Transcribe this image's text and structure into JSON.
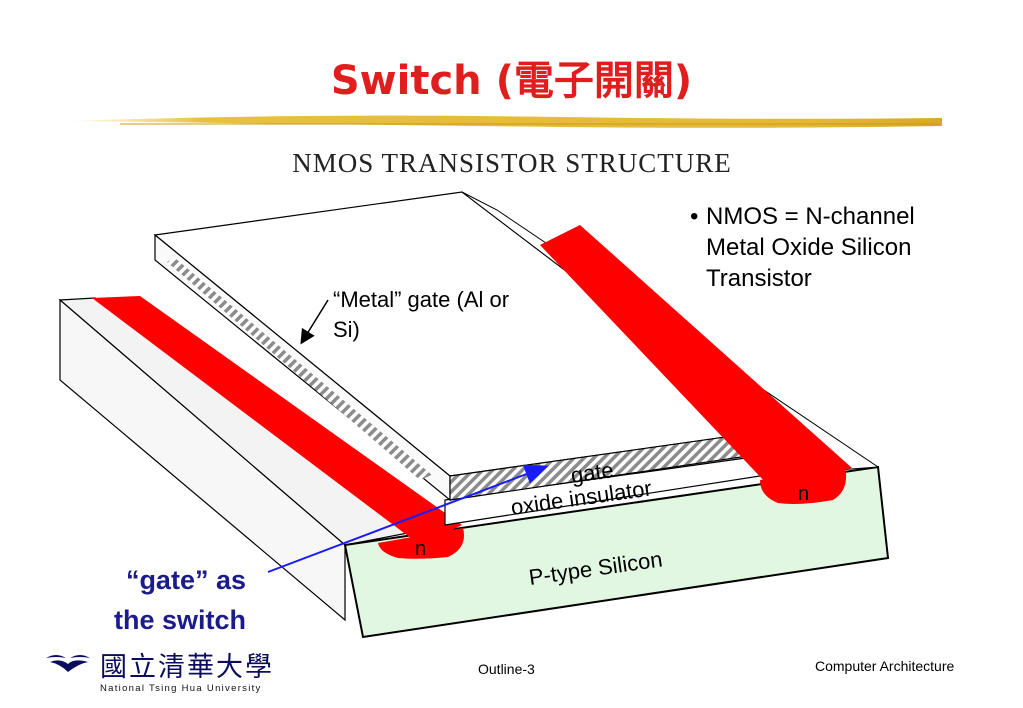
{
  "slide": {
    "title": "Switch (電子開關)",
    "diagram_heading": "NMOS TRANSISTOR STRUCTURE",
    "bullet": {
      "marker": "•",
      "lines": [
        "NMOS = N-channel",
        "Metal Oxide Silicon",
        "Transistor"
      ]
    },
    "labels": {
      "metal_gate_line1": "“Metal” gate (Al or",
      "metal_gate_line2": "Si)",
      "gate": "gate",
      "oxide": "oxide insulator",
      "substrate": "P-type Silicon",
      "n_left": "n",
      "n_right": "n"
    },
    "caption": {
      "line1": "“gate” as",
      "line2": "the switch"
    }
  },
  "footer": {
    "center": "Outline-3",
    "right": "Computer Architecture",
    "university_zh": "國立清華大學",
    "university_en": "National Tsing Hua University"
  },
  "colors": {
    "title": "#e01e1e",
    "diffusion_red": "#ff0000",
    "substrate_green": "#e2f7e2",
    "caption_blue": "#1b1b8a",
    "arrow_blue": "#1a1aff",
    "rule_gold": "#e8c040"
  }
}
